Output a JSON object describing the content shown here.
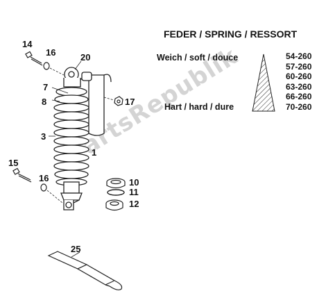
{
  "diagram": {
    "spring_table": {
      "title": "FEDER / SPRING / RESSORT",
      "soft_label": "Weich / soft / douce",
      "hard_label": "Hart / hard / dure",
      "rates": [
        "54-260",
        "57-260",
        "60-260",
        "63-260",
        "66-260",
        "70-260"
      ]
    },
    "callouts": {
      "c14": "14",
      "c16a": "16",
      "c20": "20",
      "c7": "7",
      "c8": "8",
      "c17": "17",
      "c3": "3",
      "c1": "1",
      "c15": "15",
      "c16b": "16",
      "c10": "10",
      "c11": "11",
      "c12": "12",
      "c25": "25"
    },
    "watermark": "PartsRepublik"
  }
}
